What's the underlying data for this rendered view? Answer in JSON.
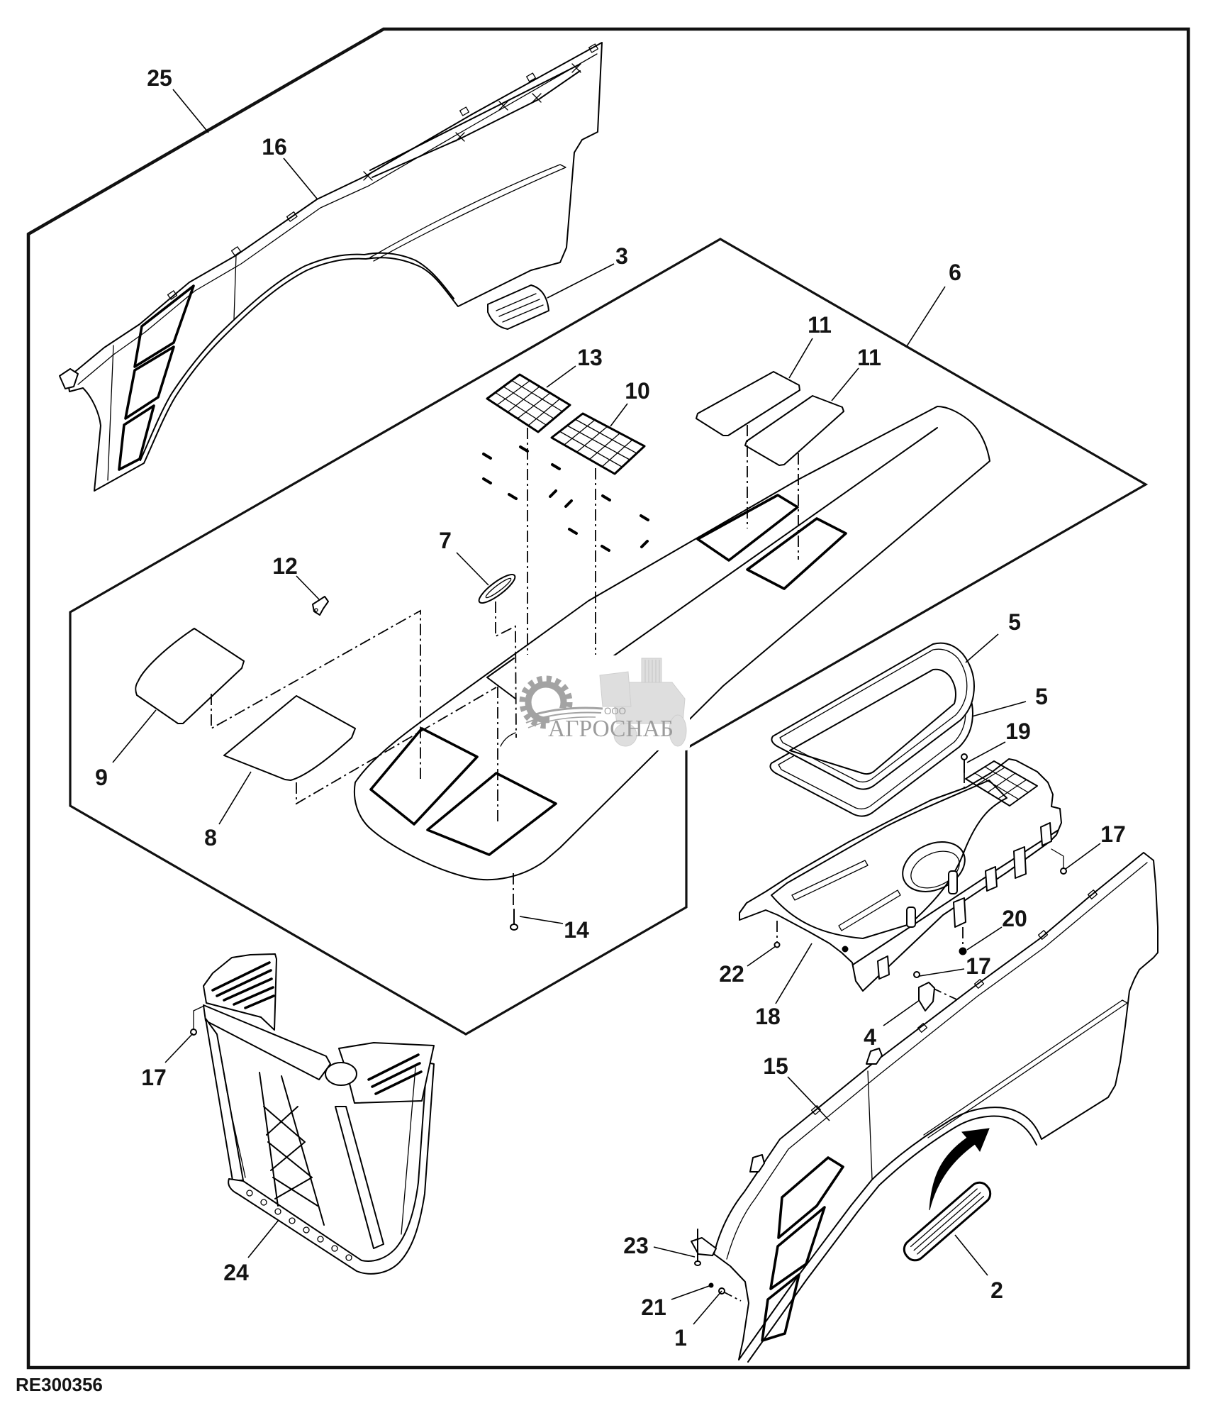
{
  "figure": {
    "id_label": "RE300356"
  },
  "callouts": [
    {
      "label": "25"
    },
    {
      "label": "16"
    },
    {
      "label": "3"
    },
    {
      "label": "6"
    },
    {
      "label": "11"
    },
    {
      "label": "11"
    },
    {
      "label": "13"
    },
    {
      "label": "10"
    },
    {
      "label": "7"
    },
    {
      "label": "12"
    },
    {
      "label": "9"
    },
    {
      "label": "8"
    },
    {
      "label": "5"
    },
    {
      "label": "5"
    },
    {
      "label": "19"
    },
    {
      "label": "17"
    },
    {
      "label": "14"
    },
    {
      "label": "20"
    },
    {
      "label": "22"
    },
    {
      "label": "17"
    },
    {
      "label": "18"
    },
    {
      "label": "4"
    },
    {
      "label": "17"
    },
    {
      "label": "15"
    },
    {
      "label": "24"
    },
    {
      "label": "23"
    },
    {
      "label": "2"
    },
    {
      "label": "21"
    },
    {
      "label": "1"
    }
  ],
  "watermark": {
    "prefix": "ООО",
    "name": "АГРОСНАБ"
  },
  "colors": {
    "line": "#000000",
    "background": "#ffffff",
    "watermark": "#9c9c9c",
    "watermark_light": "#dedede"
  }
}
